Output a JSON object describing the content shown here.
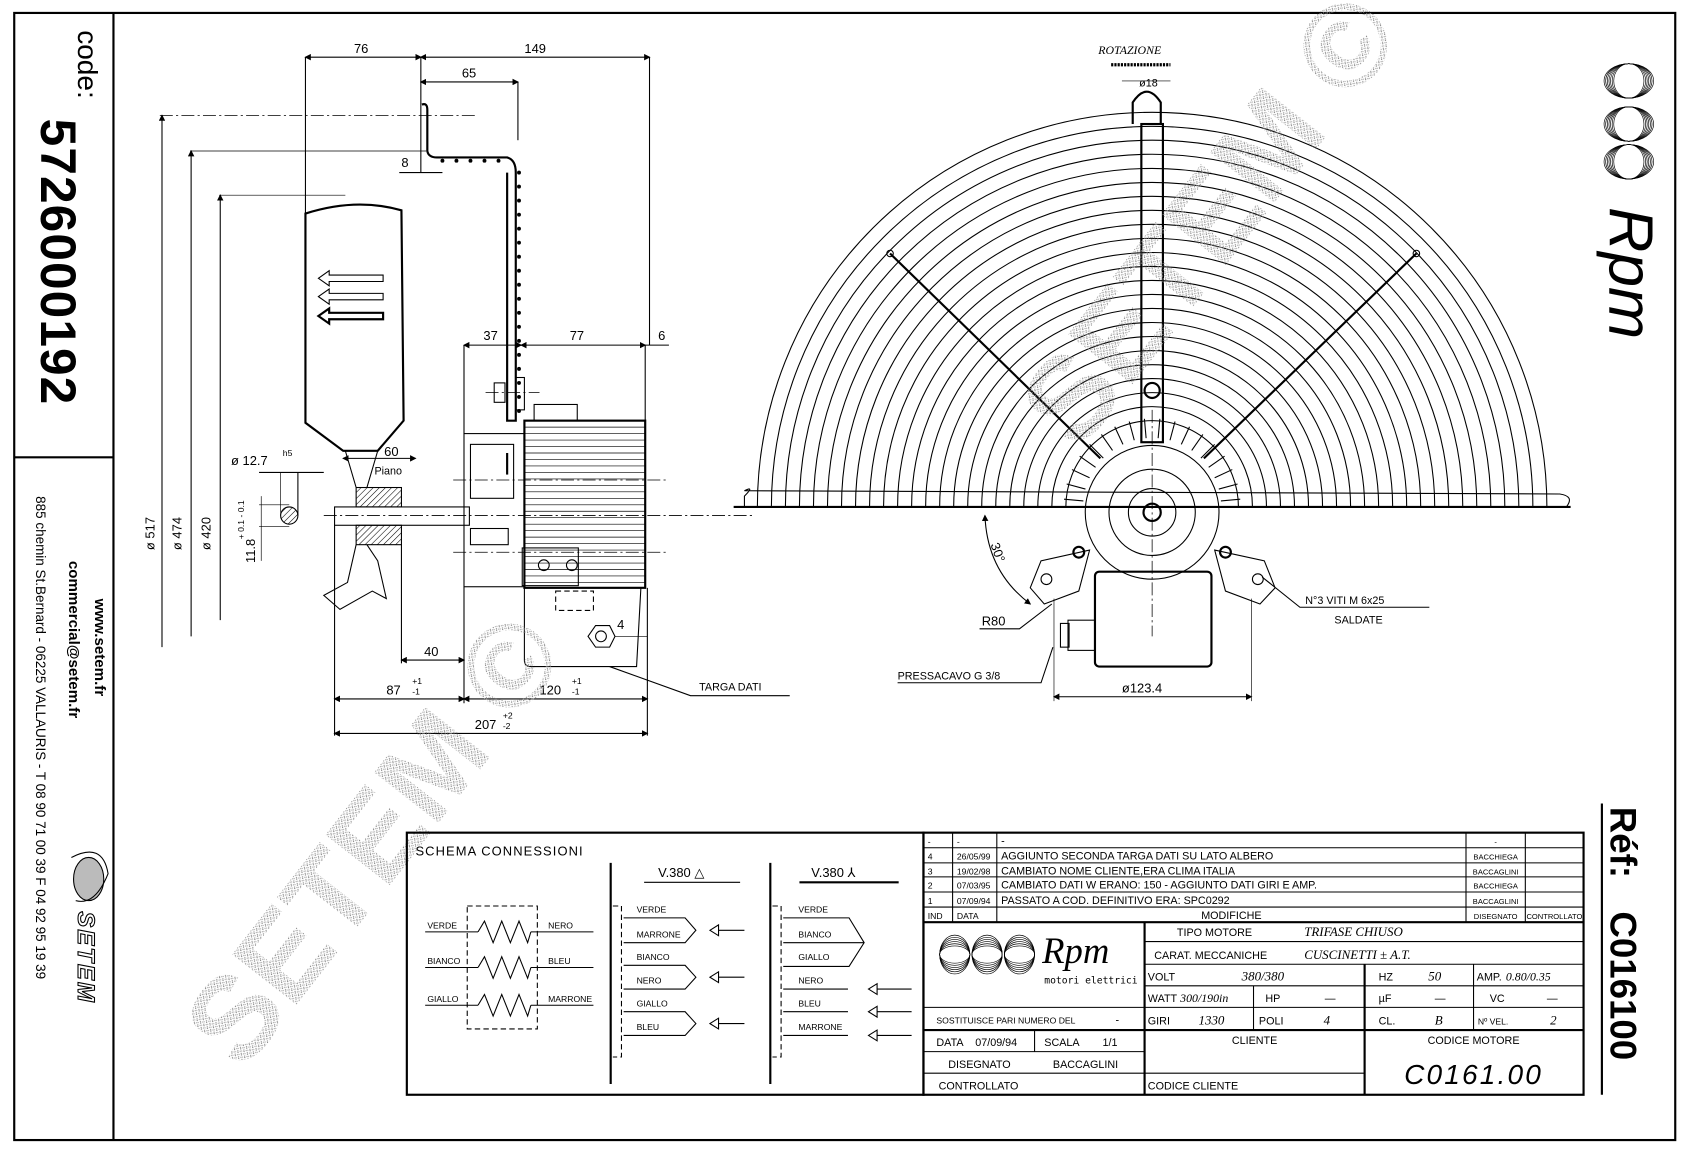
{
  "left_panel": {
    "code_label": "code:",
    "code_value": "5726000192",
    "website": "www.setem.fr",
    "email": "commercial@setem.fr",
    "address": "885 chemin St.Bernard  -  06225 VALLAURIS  -  T 08 90 71 00 39   F 04 92 95 19 39",
    "company_logo": "SETEM"
  },
  "right_panel": {
    "brand_logo": "Rpm",
    "ref_label": "Réf:",
    "ref_value": "C016100"
  },
  "watermark": "SETEM ©",
  "side_view": {
    "dim_76": "76",
    "dim_149": "149",
    "dim_65": "65",
    "dim_8": "8",
    "dim_37": "37",
    "dim_77": "77",
    "dim_6": "6",
    "dia_517": "ø 517",
    "dia_474": "ø 474",
    "dia_420": "ø 420",
    "shaft_dia": "ø 12.7",
    "shaft_tol": "h5",
    "flat_dim": "11.8",
    "flat_tol": "+ 0.1 - 0.1",
    "dim_60": "60",
    "piano": "Piano",
    "dim_40": "40",
    "dim_87": "87",
    "dim_120": "120",
    "dim_207": "207",
    "tol_1_plus": "+1",
    "tol_1_minus": "-1",
    "tol_2_plus": "+2",
    "tol_2_minus": "-2",
    "dim_4": "4",
    "targa_dati": "TARGA DATI"
  },
  "front_view": {
    "rotation_label": "ROTAZIONE",
    "dia_18": "ø18",
    "angle_30": "30°",
    "r80": "R80",
    "screws_line1": "N°3 VITI M 6x25",
    "screws_line2": "SALDATE",
    "cable_gland": "PRESSACAVO G 3/8",
    "dia_123": "ø123.4"
  },
  "schema": {
    "title": "SCHEMA CONNESSIONI",
    "windings": [
      {
        "left": "VERDE",
        "right": "NERO"
      },
      {
        "left": "BIANCO",
        "right": "BLEU"
      },
      {
        "left": "GIALLO",
        "right": "MARRONE"
      }
    ],
    "delta_title": "V.380 △",
    "delta_wires": [
      "VERDE",
      "MARRONE",
      "BIANCO",
      "NERO",
      "GIALLO",
      "BLEU"
    ],
    "star_title": "V.380 ⅄",
    "star_wires": [
      "VERDE",
      "BIANCO",
      "GIALLO",
      "NERO",
      "BLEU",
      "MARRONE"
    ]
  },
  "revisions": {
    "headers": [
      "IND",
      "DATA",
      "MODIFICHE",
      "DISEGNATO",
      "CONTROLLATO"
    ],
    "rows": [
      [
        "-",
        "-",
        "-",
        "-",
        ""
      ],
      [
        "4",
        "26/05/99",
        "AGGIUNTO SECONDA TARGA DATI SU LATO ALBERO",
        "BACCHIEGA",
        ""
      ],
      [
        "3",
        "19/02/98",
        "CAMBIATO NOME CLIENTE,ERA CLIMA ITALIA",
        "BACCAGLINI",
        ""
      ],
      [
        "2",
        "07/03/95",
        "CAMBIATO DATI W ERANO: 150 - AGGIUNTO DATI GIRI E AMP.",
        "BACCHIEGA",
        ""
      ],
      [
        "1",
        "07/09/94",
        "PASSATO A COD. DEFINITIVO ERA: SPC0292",
        "BACCAGLINI",
        ""
      ]
    ]
  },
  "title_block": {
    "logo_text": "Rpm",
    "logo_sub": "motori elettrici",
    "tipo_motore_label": "TIPO MOTORE",
    "tipo_motore": "TRIFASE CHIUSO",
    "carat_label": "CARAT. MECCANICHE",
    "carat": "CUSCINETTI ± A.T.",
    "volt_label": "VOLT",
    "volt": "380/380",
    "hz_label": "HZ",
    "hz": "50",
    "amp_label": "AMP.",
    "amp": "0.80/0.35",
    "watt_label": "WATT",
    "watt": "300/190in",
    "hp_label": "HP",
    "hp": "—",
    "uf_label": "µF",
    "uf": "—",
    "vc_label": "VC",
    "vc": "—",
    "giri_label": "GIRI",
    "giri": "1330",
    "poli_label": "POLI",
    "poli": "4",
    "cl_label": "CL.",
    "cl": "B",
    "nvel_label": "Nº VEL.",
    "nvel": "2",
    "sostituisce_label": "SOSTITUISCE PARI NUMERO DEL",
    "sostituisce": "-",
    "data_label": "DATA",
    "data": "07/09/94",
    "scala_label": "SCALA",
    "scala": "1/1",
    "disegnato_label": "DISEGNATO",
    "disegnato": "BACCAGLINI",
    "controllato_label": "CONTROLLATO",
    "cliente_label": "CLIENTE",
    "codice_cliente_label": "CODICE CLIENTE",
    "codice_motore_label": "CODICE MOTORE",
    "codice_motore": "C0161.00"
  }
}
